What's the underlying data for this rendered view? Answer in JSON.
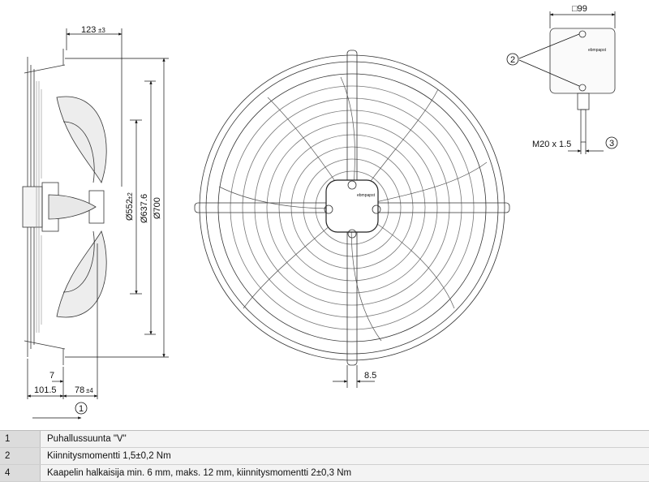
{
  "dimensions": {
    "axial_offset": "123",
    "axial_offset_tol": "±3",
    "terminal_box_width": "□99",
    "dia_552": "Ø552",
    "dia_552_tol": "±2",
    "dia_637": "Ø637.6",
    "dia_700": "Ø700",
    "dim_7": "7",
    "dim_101": "101.5",
    "dim_78": "78",
    "dim_78_tol": "±4",
    "dim_8_5": "8.5",
    "cable_gland": "M20 x 1.5",
    "terminal_brand": "ebmpapst",
    "hub_brand": "ebmpapst"
  },
  "callouts": {
    "c1": "1",
    "c2": "2",
    "c3": "3"
  },
  "legend": [
    {
      "num": "1",
      "text": "Puhallussuunta \"V\""
    },
    {
      "num": "2",
      "text": "Kiinnitysmomentti 1,5±0,2 Nm"
    },
    {
      "num": "4",
      "text": "Kaapelin halkaisija min. 6 mm, maks. 12 mm, kiinnitysmomentti 2±0,3 Nm"
    }
  ]
}
